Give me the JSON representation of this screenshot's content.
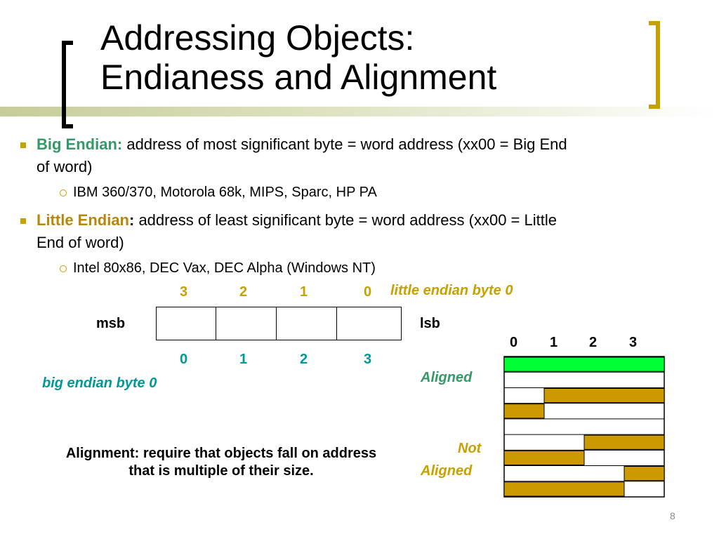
{
  "title": {
    "line1": "Addressing Objects:",
    "line2": "Endianess and Alignment"
  },
  "bullets": [
    {
      "term": "Big Endian:",
      "text1": " address of most significant byte = word address (xx00 = Big End",
      "text2": "of word)",
      "sub": "IBM 360/370, Motorola 68k, MIPS, Sparc, HP PA"
    },
    {
      "term": "Little Endian",
      "colon": ":",
      "text1": " address of least significant byte = word address (xx00 = Little",
      "text2": "End of word)",
      "sub": "Intel 80x86, DEC Vax, DEC Alpha (Windows NT)"
    }
  ],
  "byte_diagram": {
    "little_nums": [
      "3",
      "2",
      "1",
      "0"
    ],
    "big_nums": [
      "0",
      "1",
      "2",
      "3"
    ],
    "msb": "msb",
    "lsb": "lsb",
    "little_label": "little endian byte 0",
    "big_label": "big endian byte 0"
  },
  "alignment": {
    "note_line1": "Alignment: require that objects fall on address",
    "note_line2": "that is multiple of  their size.",
    "col_nums": [
      "0",
      "1",
      "2",
      "3"
    ],
    "aligned_label": "Aligned",
    "not_label": "Not",
    "not_aligned_label": "Aligned",
    "rows": [
      {
        "fill_start": 0,
        "fill_len": 4,
        "color": "#00ff33"
      },
      {
        "fill_start": null,
        "fill_len": 0,
        "color": null
      },
      {
        "fill_start": 1,
        "fill_len": 3,
        "color": "#cc9900"
      },
      {
        "fill_start": 0,
        "fill_len": 1,
        "color": "#cc9900"
      },
      {
        "fill_start": null,
        "fill_len": 0,
        "color": null
      },
      {
        "fill_start": 2,
        "fill_len": 2,
        "color": "#cc9900"
      },
      {
        "fill_start": 0,
        "fill_len": 2,
        "color": "#cc9900"
      },
      {
        "fill_start": 3,
        "fill_len": 1,
        "color": "#cc9900"
      },
      {
        "fill_start": 0,
        "fill_len": 3,
        "color": "#cc9900"
      }
    ]
  },
  "page_number": "8"
}
